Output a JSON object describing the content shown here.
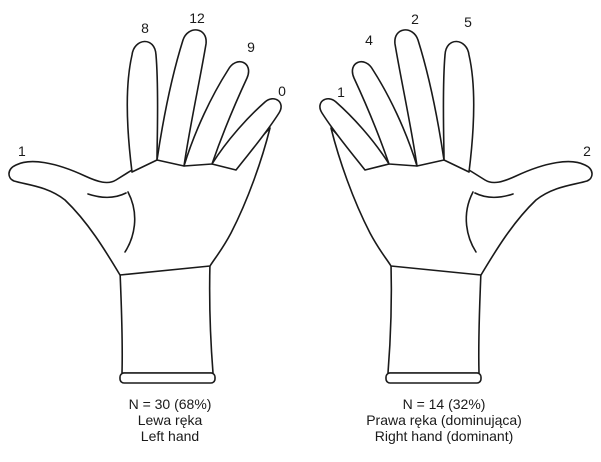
{
  "left_hand": {
    "finger_counts": {
      "thumb": "1",
      "index": "8",
      "middle": "12",
      "ring": "9",
      "little": "0"
    },
    "caption": {
      "n_line": "N = 30 (68%)",
      "polish": "Lewa ręka",
      "english": "Left hand"
    }
  },
  "right_hand": {
    "finger_counts": {
      "little": "1",
      "ring": "4",
      "middle": "2",
      "index": "5",
      "thumb": "2"
    },
    "caption": {
      "n_line": "N = 14 (32%)",
      "polish": "Prawa ręka (dominująca)",
      "english": "Right hand (dominant)"
    }
  }
}
